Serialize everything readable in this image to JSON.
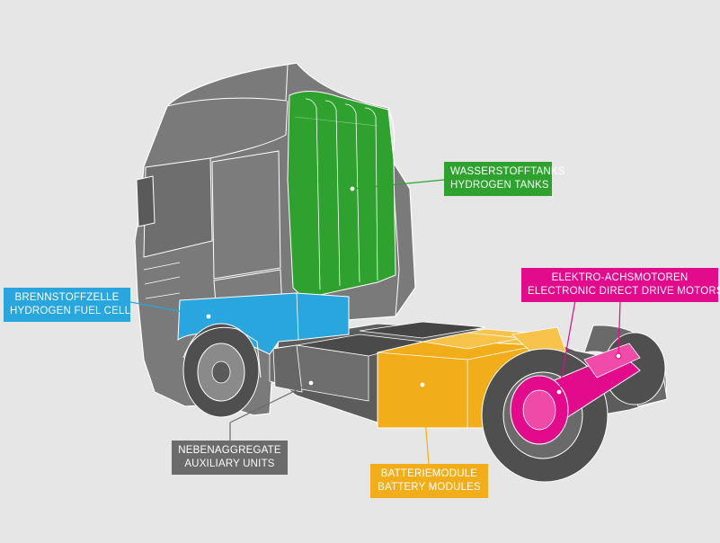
{
  "colors": {
    "background": "#e6e6e6",
    "truck_body": "#7a7a7a",
    "truck_dark": "#545454",
    "outline": "#ffffff",
    "hydrogen_tanks": "#2fa12f",
    "fuel_cell": "#2aa6df",
    "motors": "#e20b8b",
    "auxiliary": "#6b6b6b",
    "battery": "#f2ae1a"
  },
  "callouts": {
    "hydrogen_tanks": {
      "de": "WASSERSTOFFTANKS",
      "en": "HYDROGEN TANKS"
    },
    "fuel_cell": {
      "de": "BRENNSTOFFZELLE",
      "en": "HYDROGEN FUEL CELL"
    },
    "motors": {
      "de": "ELEKTRO-ACHSMOTOREN",
      "en": "ELECTRONIC DIRECT DRIVE MOTORS"
    },
    "auxiliary": {
      "de": "NEBENAGGREGATE",
      "en": "AUXILIARY UNITS"
    },
    "battery": {
      "de": "BATTERIEMODULE",
      "en": "BATTERY MODULES"
    }
  }
}
